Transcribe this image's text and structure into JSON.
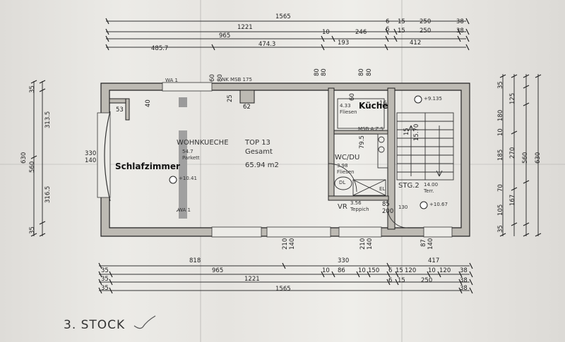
{
  "caption": "3. STOCK",
  "rooms": {
    "kueche_overlay": "Küche",
    "schlafzimmer_overlay": "Schlafzimmer",
    "wohnkueche": "WOHNKUECHE",
    "wohnkueche_area": "54.7",
    "wohnkueche_floor": "Parkett",
    "top": "TOP 13",
    "gesamt": "Gesamt",
    "gesamt_area": "65.94 m2",
    "kitchen_area": "4.33",
    "kitchen_floor": "Fliesen",
    "wcdu": "WC/DU",
    "wcdu_area": "3.98",
    "wcdu_floor": "Fliesen",
    "vr": "VR",
    "vr_area": "3.56",
    "vr_floor": "Teppich",
    "stg": "STG.2",
    "terrace_area": "14.00",
    "terrace_floor": "Terr.",
    "msb": "MSB A.Z.S",
    "nk": "NK MSB 175",
    "wa_top": "WA 1",
    "wa_bottom": "WA 1",
    "dl": "DL",
    "el": "EL",
    "level_a": "+9.135",
    "level_b": "+10.41",
    "level_c": "+10.67"
  },
  "top_dims": {
    "r1": "1565",
    "r2a": "1221",
    "r2b": "6",
    "r2c": "15",
    "r2d": "250",
    "r2e": "38",
    "r3a": "965",
    "r3b": "10",
    "r3c": "246",
    "r3d": "6",
    "r3e": "15",
    "r3f": "250",
    "r3g": "38",
    "r4a": "485.7",
    "r4b": "474.3",
    "r4c": "193",
    "r4d": "412"
  },
  "bottom_dims": {
    "r1a": "818",
    "r1b": "330",
    "r1c": "417",
    "r2a": "35",
    "r2b": "965",
    "r2c": "10",
    "r2d": "86",
    "r2e": "10",
    "r2f": "150",
    "r2g": "6",
    "r2h": "15",
    "r2i": "120",
    "r2j": "10",
    "r2k": "120",
    "r2l": "38",
    "r3a": "35",
    "r3b": "1221",
    "r3c": "6",
    "r3d": "15",
    "r3e": "250",
    "r3f": "38",
    "r4a": "35",
    "r4b": "1565",
    "r4c": "38"
  },
  "left_dims": {
    "a": "630",
    "b": "313.5",
    "c": "316.5",
    "d": "35",
    "e": "560",
    "f": "35",
    "g": "330",
    "h": "140",
    "i": "53",
    "j": "40"
  },
  "right_dims": {
    "a": "35",
    "b": "180",
    "c": "125",
    "d": "270",
    "e": "560",
    "f": "630",
    "g": "185",
    "h": "10",
    "i": "70",
    "j": "167",
    "k": "105",
    "l": "35"
  },
  "inner_dims": {
    "a": "60",
    "b": "80",
    "c": "80",
    "d": "80",
    "e": "80",
    "f": "80",
    "g": "60",
    "h": "62",
    "i": "25",
    "j": "16",
    "k": "85",
    "l": "200",
    "m": "210",
    "n": "140",
    "o": "210",
    "p": "140",
    "q": "87",
    "r": "140",
    "s": "79.5",
    "t": "15.70",
    "u": "15",
    "v": "130"
  }
}
